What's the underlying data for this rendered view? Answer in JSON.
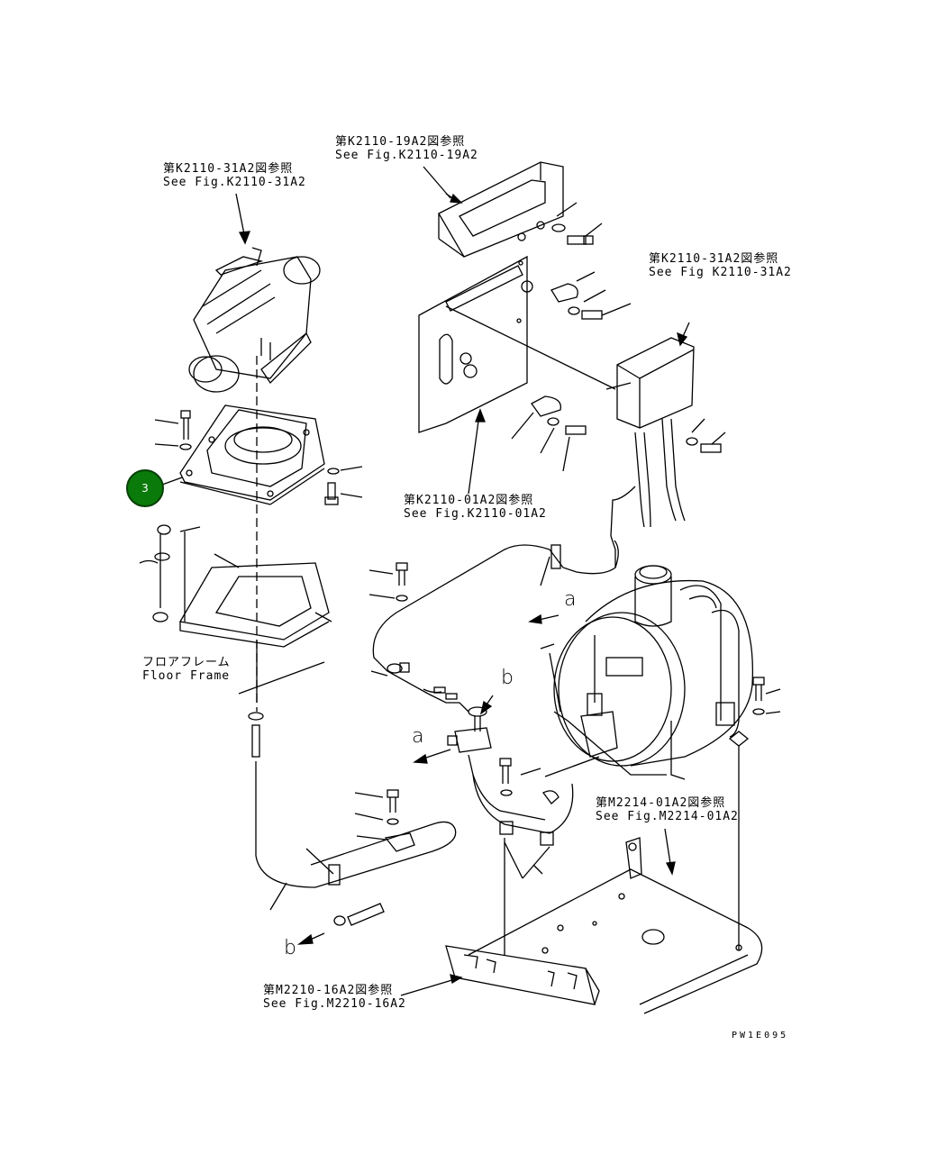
{
  "references": [
    {
      "id": "ref-k2110-19a2",
      "jp": "第K2110-19A2図参照",
      "en": "See Fig.K2110-19A2"
    },
    {
      "id": "ref-k2110-31a2-left",
      "jp": "第K2110-31A2図参照",
      "en": "See Fig.K2110-31A2"
    },
    {
      "id": "ref-k2110-31a2-right",
      "jp": "第K2110-31A2図参照",
      "en": "See Fig K2110-31A2"
    },
    {
      "id": "ref-k2110-01a2",
      "jp": "第K2110-01A2図参照",
      "en": "See Fig.K2110-01A2"
    },
    {
      "id": "ref-m2214-01a2",
      "jp": "第M2214-01A2図参照",
      "en": "See Fig.M2214-01A2"
    },
    {
      "id": "ref-m2210-16a2",
      "jp": "第M2210-16A2図参照",
      "en": "See Fig.M2210-16A2"
    }
  ],
  "floor_frame": {
    "jp": "フロアフレーム",
    "en": "Floor Frame"
  },
  "view_markers": {
    "a1": "a",
    "a2": "a",
    "b1": "b",
    "b2": "b"
  },
  "callout": {
    "number": "3",
    "color": "#0a7a0a"
  },
  "drawing_code": "PW1E095"
}
